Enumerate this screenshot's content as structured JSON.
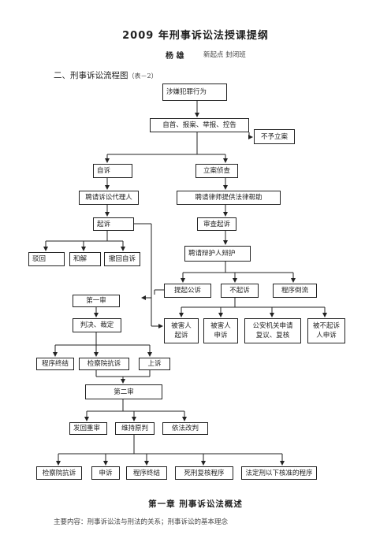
{
  "header": {
    "title": "2009 年刑事诉讼法授课提纲",
    "author": "杨  雄",
    "class_info": "新起点   封闭班"
  },
  "section": {
    "heading": "二、刑事诉讼流程图",
    "note": "（表－2）"
  },
  "flow": {
    "suspect": "涉嫌犯罪行为",
    "report": "自首、报案、举报、控告",
    "no_filing": "不予立案",
    "private_prosecution": "自诉",
    "filing_investigation": "立案侦查",
    "hire_agent": "聘请诉讼代理人",
    "hire_lawyer": "聘请律师提供法律帮助",
    "sue": "起诉",
    "review_prosecution": "审查起诉",
    "reject": "驳回",
    "reconcile": "和解",
    "withdraw": "撤回自诉",
    "hire_defender": "聘请辩护人辩护",
    "public_prosecution": "提起公诉",
    "non_prosecution": "不起诉",
    "procedure_reversal": "程序倒流",
    "victim_sue": "被害人\n起诉",
    "victim_appeal": "被害人\n申诉",
    "police_review": "公安机关申请\n复议、复核",
    "defendant_appeal": "被不起诉\n人申诉",
    "first_instance": "第一审",
    "judgment": "判决、裁定",
    "procedure_end_1": "程序终结",
    "procuratorate_protest_1": "检察院抗诉",
    "appeal": "上诉",
    "second_instance": "第二审",
    "remand": "发回重审",
    "uphold": "维持原判",
    "amend": "依法改判",
    "procuratorate_protest_2": "检察院抗诉",
    "petition": "申诉",
    "procedure_end_2": "程序终结",
    "death_review": "死刑复核程序",
    "statutory_approval": "法定刑以下核准的程序"
  },
  "footer": {
    "chapter": "第一章   刑事诉讼法概述",
    "content": "主要内容：刑事诉讼法与刑法的关系；刑事诉讼的基本理念"
  }
}
